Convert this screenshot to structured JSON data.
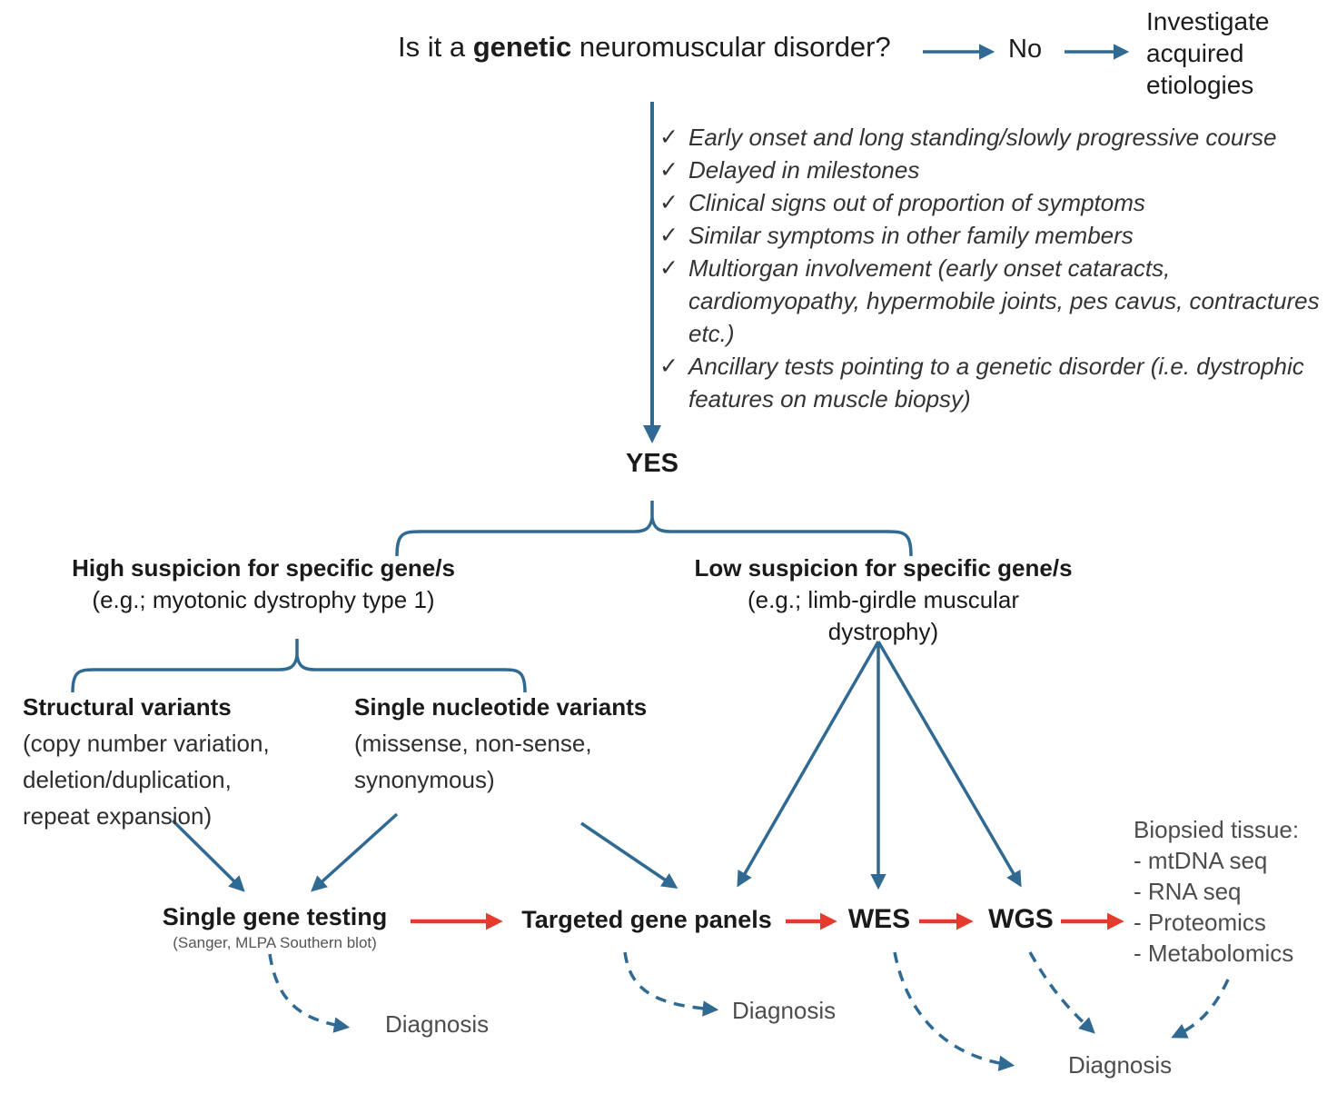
{
  "colors": {
    "arrow_blue": "#306a93",
    "arrow_red": "#e53b2e",
    "text_dark": "#1a1a1a",
    "text_gray": "#4d4d4d"
  },
  "question": {
    "prefix": "Is it a ",
    "emphasis": "genetic",
    "suffix": " neuromuscular disorder?"
  },
  "no_branch": {
    "label": "No",
    "outcome": "Investigate acquired etiologies"
  },
  "criteria": {
    "check_glyph": "✓",
    "items": [
      "Early onset and long standing/slowly progressive course",
      "Delayed in milestones",
      "Clinical signs out of proportion of symptoms",
      "Similar symptoms in other family members",
      "Multiorgan involvement (early onset cataracts, cardiomyopathy,  hypermobile joints, pes cavus, contractures etc.)",
      "Ancillary tests pointing to a genetic disorder (i.e. dystrophic features on muscle biopsy)"
    ]
  },
  "yes_label": "YES",
  "branches": {
    "high": {
      "title": "High suspicion for specific gene/s",
      "example": "(e.g.; myotonic dystrophy type 1)"
    },
    "low": {
      "title": "Low suspicion for specific gene/s",
      "example": "(e.g.; limb-girdle muscular dystrophy)"
    }
  },
  "variants": {
    "structural": {
      "title": "Structural variants",
      "lines": [
        "(copy number variation,",
        "deletion/duplication,",
        "repeat expansion)"
      ]
    },
    "snv": {
      "title": "Single nucleotide variants",
      "lines": [
        "(missense, non-sense,",
        "synonymous)"
      ]
    }
  },
  "tests": {
    "single_gene": {
      "label": "Single gene testing",
      "methods": "(Sanger, MLPA Southern blot)"
    },
    "targeted_panels": "Targeted gene panels",
    "wes": "WES",
    "wgs": "WGS"
  },
  "biopsy": {
    "title": "Biopsied tissue:",
    "items": [
      "- mtDNA seq",
      "- RNA seq",
      "- Proteomics",
      "- Metabolomics"
    ]
  },
  "diagnosis_label": "Diagnosis"
}
